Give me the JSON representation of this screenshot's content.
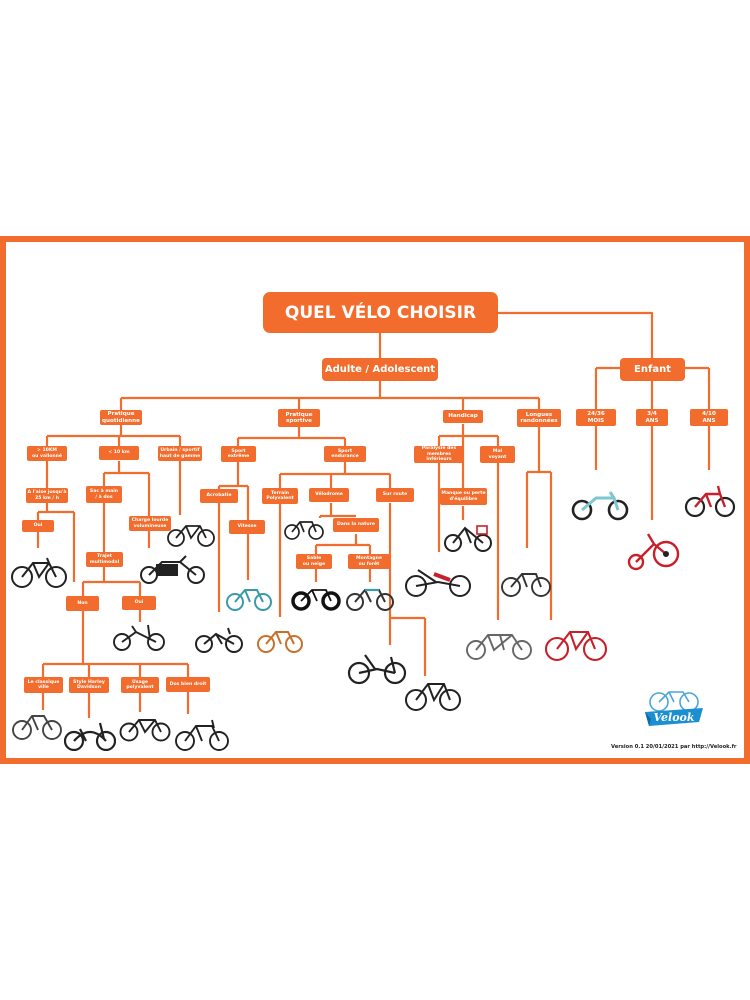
{
  "title": "QUEL VÉLO CHOISIR",
  "branches": {
    "adult": "Adulte / Adolescent",
    "child": "Enfant"
  },
  "adult_categories": {
    "pratique": "Pratique\nquotidienne",
    "sportive": "Pratique\nsportive",
    "handicap": "Handicap",
    "longues": "Longues\nrandonnées"
  },
  "child_ages": {
    "a1": "24/36\nMOIS",
    "a2": "3/4\nANS",
    "a3": "4/10\nANS"
  },
  "pratique": {
    "over10": "> 10KM\nou vallonné",
    "under10": "< 10 km",
    "urbain": "Urbain / sportif\nhaut de gamme",
    "aide": "A l'aise jusqu'à\n25 km / h",
    "oui1": "Oui",
    "sac": "Sac à main\n/ à dos",
    "charge": "Charge lourde\nvolumineuse",
    "trajet": "Trajet\nmultimodal",
    "non": "Non",
    "oui2": "Oui",
    "classique": "Le classique\nville",
    "harley": "Style Harley\nDavidson",
    "polyvalent": "Usage\npolyvalent",
    "dos": "Dos bien droit"
  },
  "sportive": {
    "extreme": "Sport\nextrême",
    "endurance": "Sport\nendurance",
    "acrobatie": "Acrobatie",
    "vitesse": "Vitesse",
    "terrain": "Terrain\nPolyvalent",
    "velodrome": "Vélodrome",
    "route": "Sur route",
    "nature": "Dans la nature",
    "sable": "Sable\nou neige",
    "montagne": "Montagne\nou forêt"
  },
  "handicap": {
    "paralysie": "Paralysie des\nmembres inférieurs",
    "manque": "Manque ou perte\nd'équilibre",
    "malvoyant": "Mal\nvoyant"
  },
  "footer": "Version 0.1 20/01/2021 par http://Velook.fr",
  "logo_text": "Velook",
  "colors": {
    "accent": "#f26d2d",
    "bike_dark": "#222222",
    "bike_red": "#c8202a",
    "bike_teal": "#3a9aa8"
  }
}
